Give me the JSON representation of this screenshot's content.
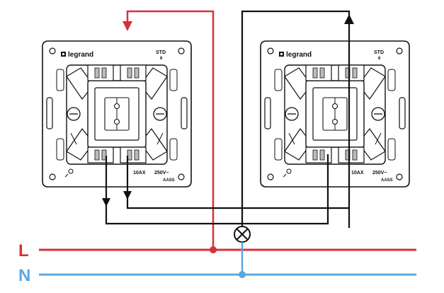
{
  "diagram": {
    "type": "two-way switch wiring",
    "lines": [
      {
        "label": "L",
        "color": "#d6303a"
      },
      {
        "label": "N",
        "color": "#5aa7e0"
      }
    ],
    "wire_color_control": "#111111",
    "switches": [
      {
        "brand": "legrand",
        "model": "STD",
        "model_no": "6",
        "rating": "10AX",
        "voltage": "250V~",
        "code": "AASS"
      },
      {
        "brand": "legrand",
        "model": "STD",
        "model_no": "6",
        "rating": "10AX",
        "voltage": "250V~",
        "code": "AASS"
      }
    ],
    "lamp_icon": "lamp-cross-icon"
  }
}
